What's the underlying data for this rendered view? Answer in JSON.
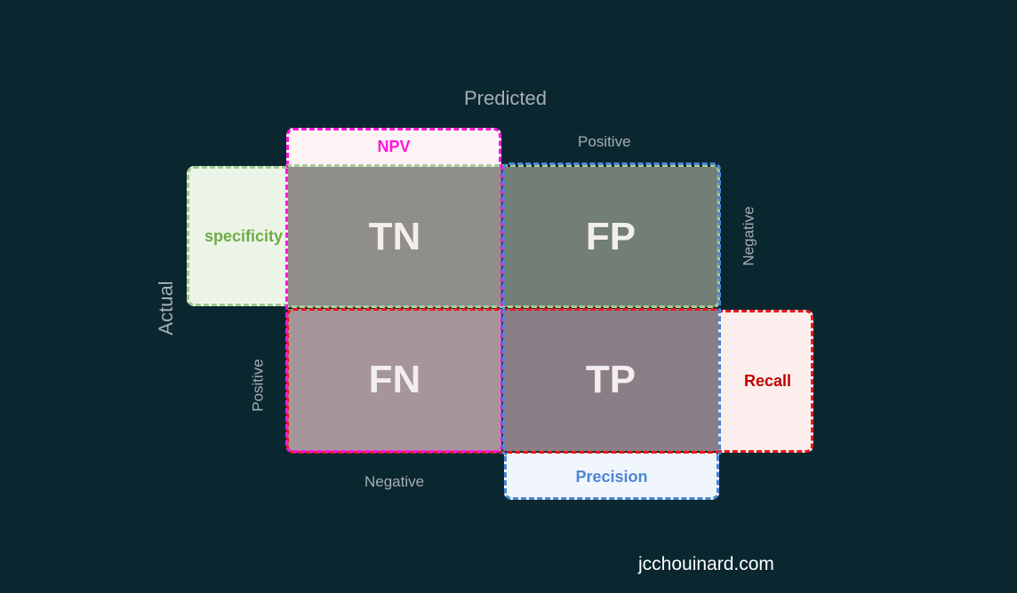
{
  "axes": {
    "predicted_title": "Predicted",
    "predicted_positive": "Positive",
    "predicted_negative": "Negative",
    "actual_title": "Actual",
    "actual_negative": "Negative",
    "actual_positive": "Positive"
  },
  "metrics": {
    "npv": "NPV",
    "specificity": "specificity",
    "recall": "Recall",
    "precision": "Precision"
  },
  "cells": {
    "tn": "TN",
    "fp": "FP",
    "fn": "FN",
    "tp": "TP"
  },
  "credit": "jcchouinard.com",
  "colors": {
    "background": "#0a2730",
    "npv": "#ff16dc",
    "specificity": "#6fac46",
    "recall": "#c00000",
    "precision": "#4a86d6",
    "tn": "#8f8e8a",
    "fp": "#737e75",
    "fn": "#a6959b",
    "tp": "#8b7e87"
  }
}
